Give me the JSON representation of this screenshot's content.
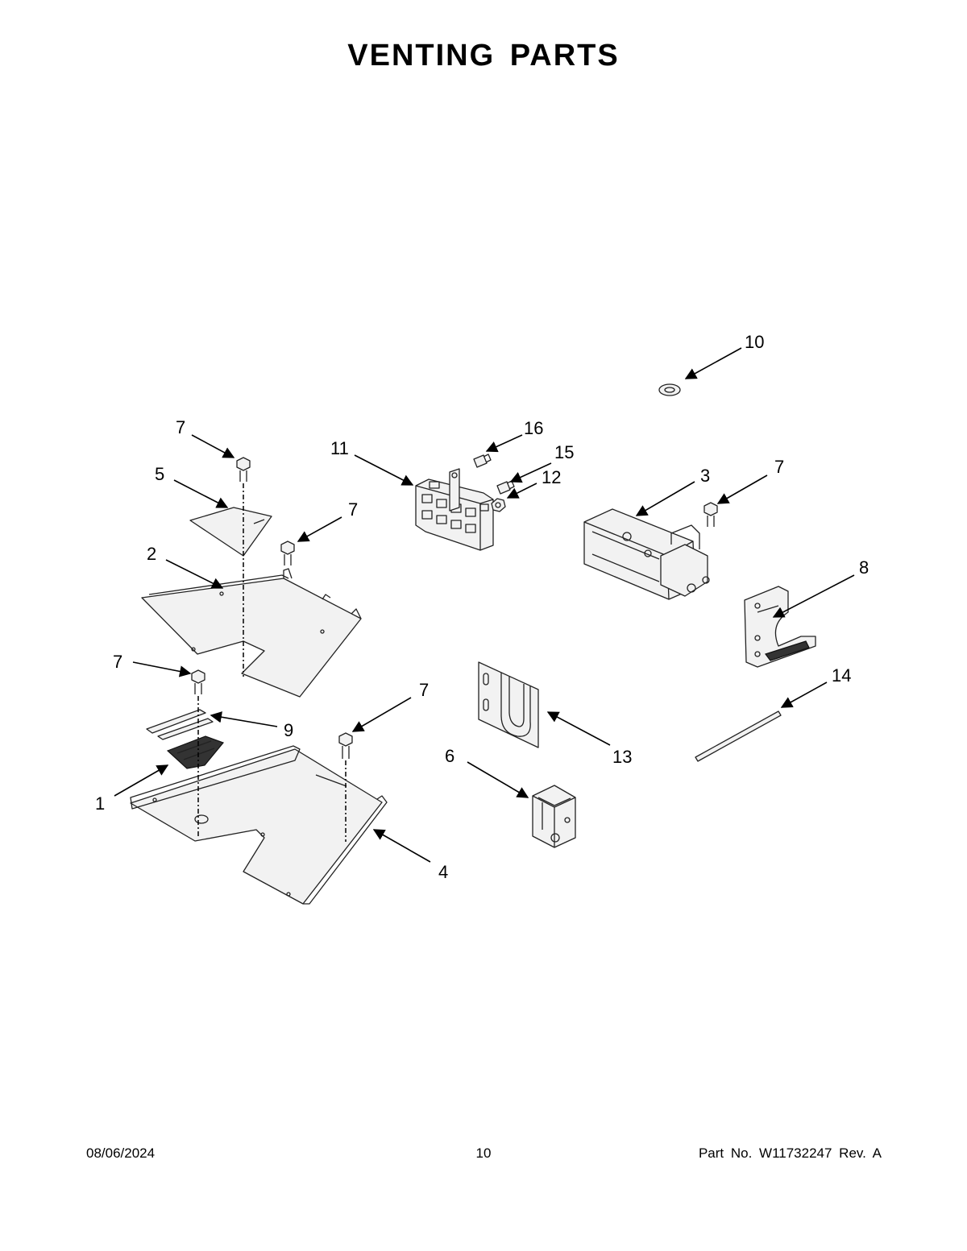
{
  "title": "VENTING PARTS",
  "footer": {
    "date": "08/06/2024",
    "page": "10",
    "part_number": "Part No.  W11732247  Rev.  A"
  },
  "callouts": {
    "c1": "1",
    "c2": "2",
    "c3": "3",
    "c4": "4",
    "c5": "5",
    "c6": "6",
    "c7a": "7",
    "c7b": "7",
    "c7c": "7",
    "c7d": "7",
    "c7e": "7",
    "c8": "8",
    "c9": "9",
    "c10": "10",
    "c11": "11",
    "c12": "12",
    "c13": "13",
    "c14": "14",
    "c15": "15",
    "c16": "16"
  }
}
